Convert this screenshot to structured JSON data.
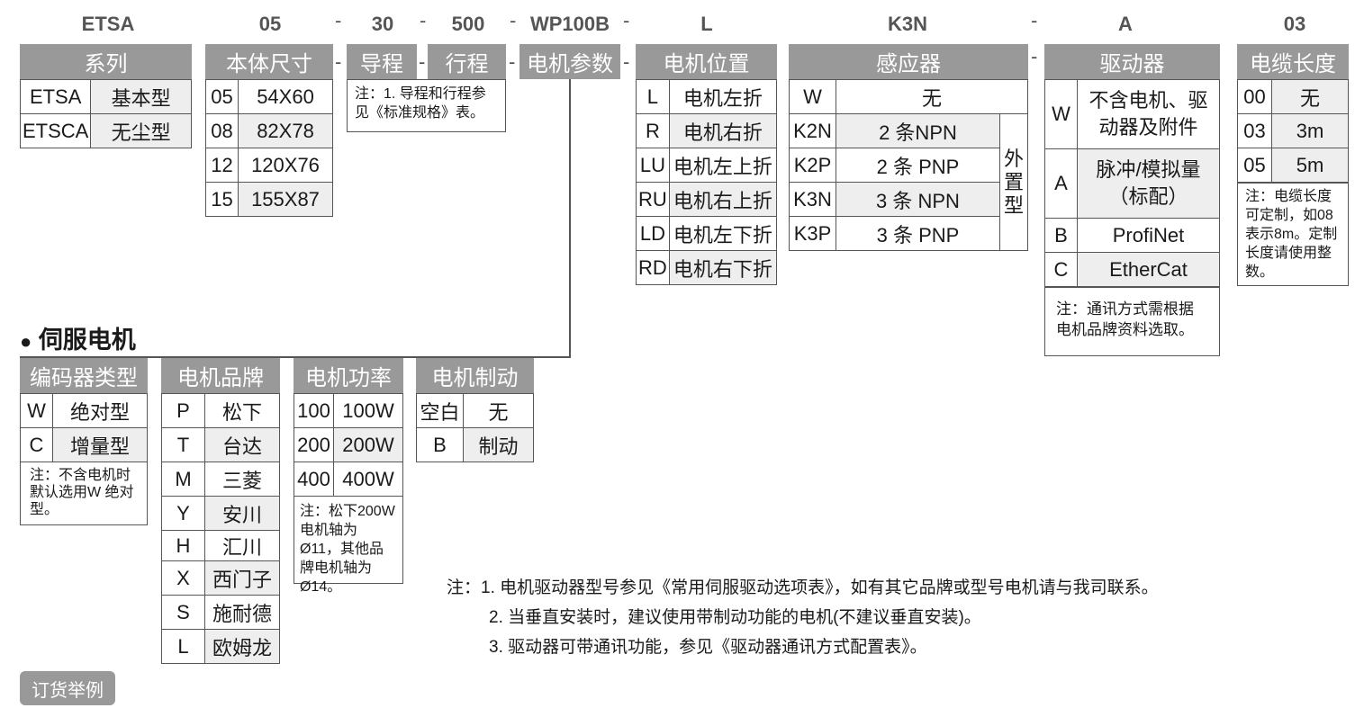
{
  "codes": [
    "ETSA",
    "05",
    "30",
    "500",
    "WP100B",
    "L",
    "K3N",
    "A",
    "03"
  ],
  "dash": "-",
  "headers": {
    "series": "系列",
    "size": "本体尺寸",
    "lead": "导程",
    "stroke": "行程",
    "motor_params": "电机参数",
    "motor_pos": "电机位置",
    "sensor": "感应器",
    "driver": "驱动器",
    "cable": "电缆长度",
    "encoder": "编码器类型",
    "brand": "电机品牌",
    "power": "电机功率",
    "brake": "电机制动"
  },
  "series_rows": [
    [
      "ETSA",
      "基本型"
    ],
    [
      "ETSCA",
      "无尘型"
    ]
  ],
  "size_rows": [
    [
      "05",
      "54X60"
    ],
    [
      "08",
      "82X78"
    ],
    [
      "12",
      "120X76"
    ],
    [
      "15",
      "155X87"
    ]
  ],
  "lead_note": "注：1. 导程和行程参见《标准规格》表。",
  "motor_pos_rows": [
    [
      "L",
      "电机左折"
    ],
    [
      "R",
      "电机右折"
    ],
    [
      "LU",
      "电机左上折"
    ],
    [
      "RU",
      "电机右上折"
    ],
    [
      "LD",
      "电机左下折"
    ],
    [
      "RD",
      "电机右下折"
    ]
  ],
  "sensor_rows": [
    [
      "W",
      "无"
    ],
    [
      "K2N",
      "2 条NPN"
    ],
    [
      "K2P",
      "2 条 PNP"
    ],
    [
      "K3N",
      "3 条 NPN"
    ],
    [
      "K3P",
      "3 条 PNP"
    ]
  ],
  "sensor_external": "外置型",
  "driver_rows": [
    [
      "W",
      "不含电机、驱动器及附件"
    ],
    [
      "A",
      "脉冲/模拟量（标配）"
    ],
    [
      "B",
      "ProfiNet"
    ],
    [
      "C",
      "EtherCat"
    ]
  ],
  "driver_note": "注：通讯方式需根据电机品牌资料选取。",
  "cable_rows": [
    [
      "00",
      "无"
    ],
    [
      "03",
      "3m"
    ],
    [
      "05",
      "5m"
    ]
  ],
  "cable_note": "注：电缆长度可定制，如08表示8m。定制长度请使用整数。",
  "section_title": "伺服电机",
  "section_bullet": "●",
  "encoder_rows": [
    [
      "W",
      "绝对型"
    ],
    [
      "C",
      "增量型"
    ]
  ],
  "encoder_note": "注：不含电机时默认选用W 绝对型。",
  "brand_rows": [
    [
      "P",
      "松下"
    ],
    [
      "T",
      "台达"
    ],
    [
      "M",
      "三菱"
    ],
    [
      "Y",
      "安川"
    ],
    [
      "H",
      "汇川"
    ],
    [
      "X",
      "西门子"
    ],
    [
      "S",
      "施耐德"
    ],
    [
      "L",
      "欧姆龙"
    ]
  ],
  "power_rows": [
    [
      "100",
      "100W"
    ],
    [
      "200",
      "200W"
    ],
    [
      "400",
      "400W"
    ]
  ],
  "power_note": "注：松下200W电机轴为Ø11，其他品牌电机轴为Ø14。",
  "brake_rows": [
    [
      "空白",
      "无"
    ],
    [
      "B",
      "制动"
    ]
  ],
  "notes": [
    "注：1. 电机驱动器型号参见《常用伺服驱动选项表》，如有其它品牌或型号电机请与我司联系。",
    "2. 当垂直安装时，建议使用带制动功能的电机(不建议垂直安装)。",
    "3. 驱动器可带通讯功能，参见《驱动器通讯方式配置表》。"
  ],
  "order_example": "订货举例"
}
